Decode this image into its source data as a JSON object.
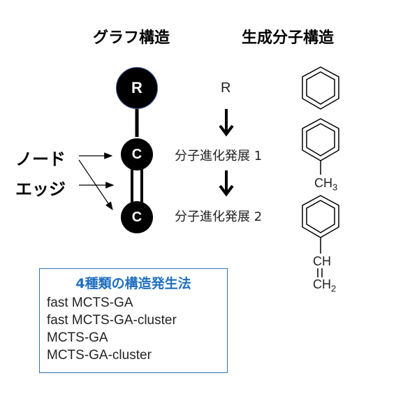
{
  "headings": {
    "graph": "グラフ構造",
    "molecule": "生成分子構造"
  },
  "graph": {
    "nodes": [
      {
        "label": "R"
      },
      {
        "label": "C"
      },
      {
        "label": "C"
      }
    ],
    "labels": {
      "node": "ノード",
      "edge": "エッジ"
    }
  },
  "steps": {
    "start": "R",
    "step1": "分子進化発展 1",
    "step2": "分子進化発展 2"
  },
  "molecules": [
    {
      "name": "benzene"
    },
    {
      "name": "toluene",
      "substituent_main": "CH",
      "substituent_sub": "3"
    },
    {
      "name": "styrene",
      "line1": "CH",
      "line2_main": "CH",
      "line2_sub": "2"
    }
  ],
  "methods": {
    "title": "4種類の構造発生法",
    "items": [
      "fast MCTS-GA",
      "fast MCTS-GA-cluster",
      "MCTS-GA",
      "MCTS-GA-cluster"
    ]
  },
  "colors": {
    "node_fill": "#000000",
    "root_outline": "#3a5a9a",
    "box_border": "#2e75b6",
    "box_title": "#1f6fbf"
  }
}
